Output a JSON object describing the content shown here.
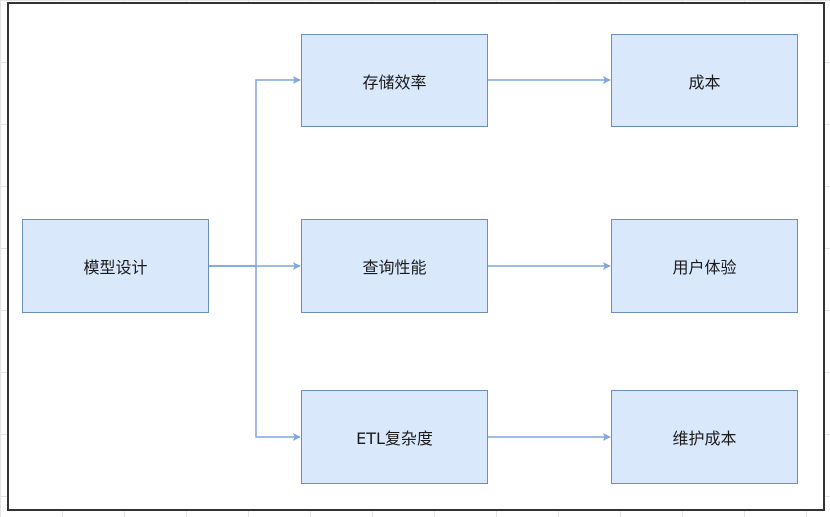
{
  "diagram": {
    "nodes": {
      "model_design": "模型设计",
      "storage_efficiency": "存储效率",
      "query_performance": "查询性能",
      "etl_complexity": "ETL复杂度",
      "cost": "成本",
      "user_experience": "用户体验",
      "maintenance_cost": "维护成本"
    },
    "edges": [
      {
        "from": "model_design",
        "to": "storage_efficiency"
      },
      {
        "from": "model_design",
        "to": "query_performance"
      },
      {
        "from": "model_design",
        "to": "etl_complexity"
      },
      {
        "from": "storage_efficiency",
        "to": "cost"
      },
      {
        "from": "query_performance",
        "to": "user_experience"
      },
      {
        "from": "etl_complexity",
        "to": "maintenance_cost"
      }
    ],
    "colors": {
      "node_fill": "#dae8fc",
      "node_border": "#6c8ebf",
      "edge": "#7ea6e0"
    }
  }
}
